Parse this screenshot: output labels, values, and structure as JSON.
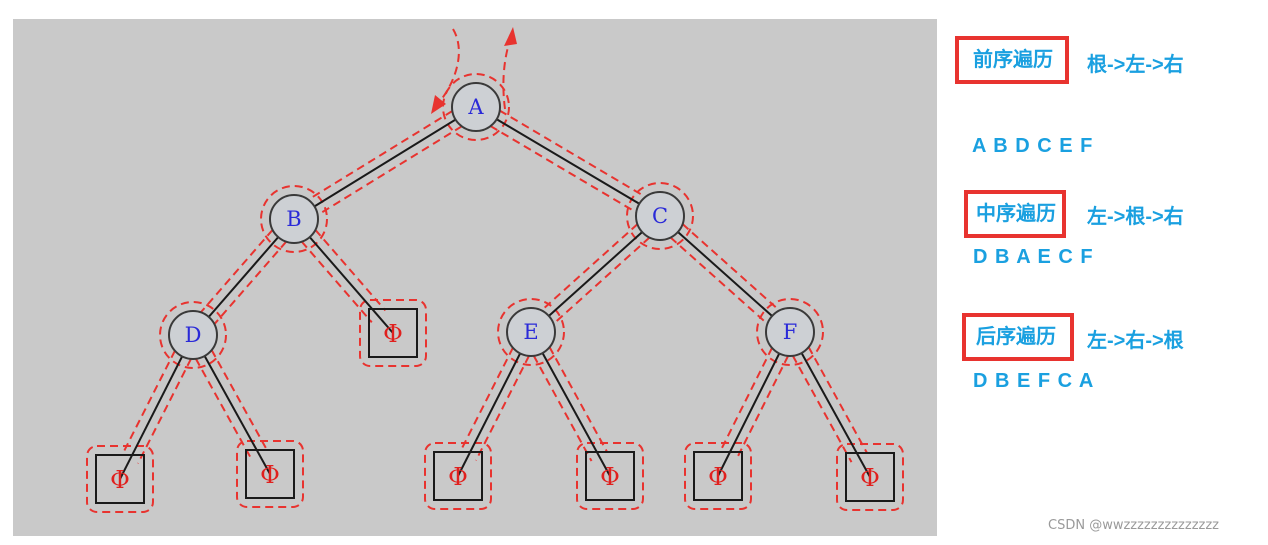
{
  "tree": {
    "nodes": [
      {
        "id": "A",
        "label": "A"
      },
      {
        "id": "B",
        "label": "B"
      },
      {
        "id": "C",
        "label": "C"
      },
      {
        "id": "D",
        "label": "D"
      },
      {
        "id": "E",
        "label": "E"
      },
      {
        "id": "F",
        "label": "F"
      }
    ],
    "null_symbol": "Φ",
    "edges": [
      [
        "A",
        "B"
      ],
      [
        "A",
        "C"
      ],
      [
        "B",
        "D"
      ],
      [
        "B",
        "phi-b"
      ],
      [
        "C",
        "E"
      ],
      [
        "C",
        "F"
      ],
      [
        "D",
        "phi-d1"
      ],
      [
        "D",
        "phi-d2"
      ],
      [
        "E",
        "phi-e1"
      ],
      [
        "E",
        "phi-e2"
      ],
      [
        "F",
        "phi-f1"
      ],
      [
        "F",
        "phi-f2"
      ]
    ],
    "colors": {
      "panel": "#c9c9c9",
      "node_fill": "#cdd0d4",
      "node_text": "#2a2ad8",
      "edge": "#1a1a1a",
      "null_text": "#e0201e",
      "trace": "#e8332f"
    }
  },
  "traversals": [
    {
      "name": "前序遍历",
      "rule": "根->左->右",
      "sequence": "A B D C E F"
    },
    {
      "name": "中序遍历",
      "rule": "左->根->右",
      "sequence": "D B A E C F"
    },
    {
      "name": "后序遍历",
      "rule": "左->右->根",
      "sequence": "D B E F C A"
    }
  ],
  "colors": {
    "text_blue": "#1aa0e0",
    "box_red": "#e8332f"
  },
  "watermark": "CSDN @wwzzzzzzzzzzzzzz"
}
